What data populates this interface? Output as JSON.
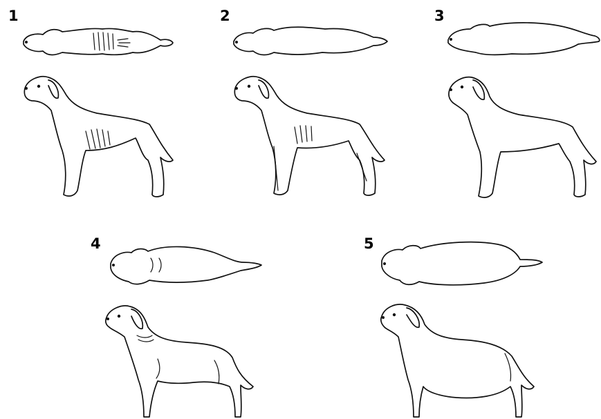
{
  "panels": [
    {
      "label": "1",
      "ribs_visible": true,
      "waist_pinch": true
    },
    {
      "label": "2",
      "ribs_visible": true,
      "waist_pinch": false
    },
    {
      "label": "3",
      "ribs_visible": false,
      "waist_pinch": false
    },
    {
      "label": "4",
      "ribs_visible": false,
      "waist_pinch": false
    },
    {
      "label": "5",
      "ribs_visible": false,
      "waist_pinch": false
    }
  ],
  "colors": {
    "line": "#111111",
    "background": "#ffffff"
  }
}
